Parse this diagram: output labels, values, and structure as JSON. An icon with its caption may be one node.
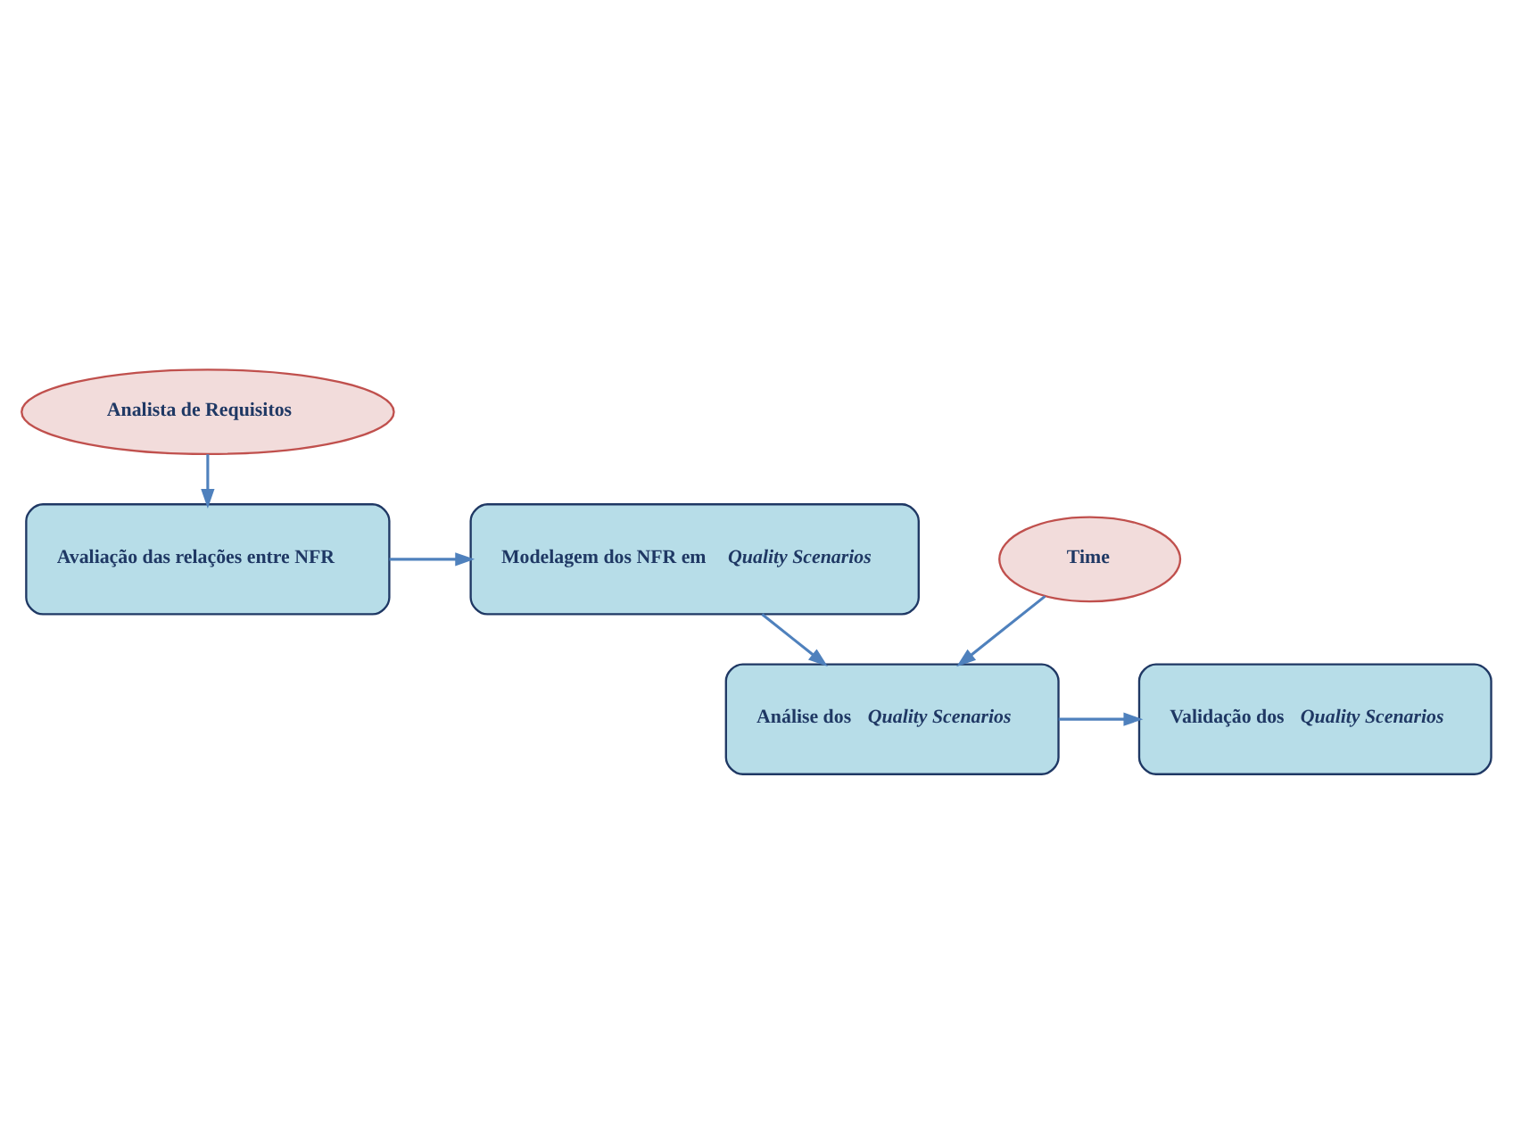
{
  "diagram": {
    "nodes": [
      {
        "text": [
          "Analista de Requisitos"
        ]
      },
      {
        "text": [
          "Avaliação das relações entre NFR"
        ]
      },
      {
        "text": [
          "Modelagem dos NFR em *Quality Scenarios*"
        ]
      },
      {
        "text": [
          "Time"
        ]
      },
      {
        "text": [
          "Análise dos *Quality Scenarios*"
        ]
      },
      {
        "text": [
          "Validação dos *Quality Scenarios*"
        ]
      }
    ],
    "edges": [
      {
        "from": 0,
        "to": 1,
        "arrow": "to"
      },
      {
        "from": 1,
        "to": 2,
        "arrow": "to"
      },
      {
        "from": 2,
        "to": 4,
        "arrow": "to"
      },
      {
        "from": 3,
        "to": 4,
        "arrow": "to"
      },
      {
        "from": 4,
        "to": 5,
        "arrow": "to"
      }
    ]
  }
}
